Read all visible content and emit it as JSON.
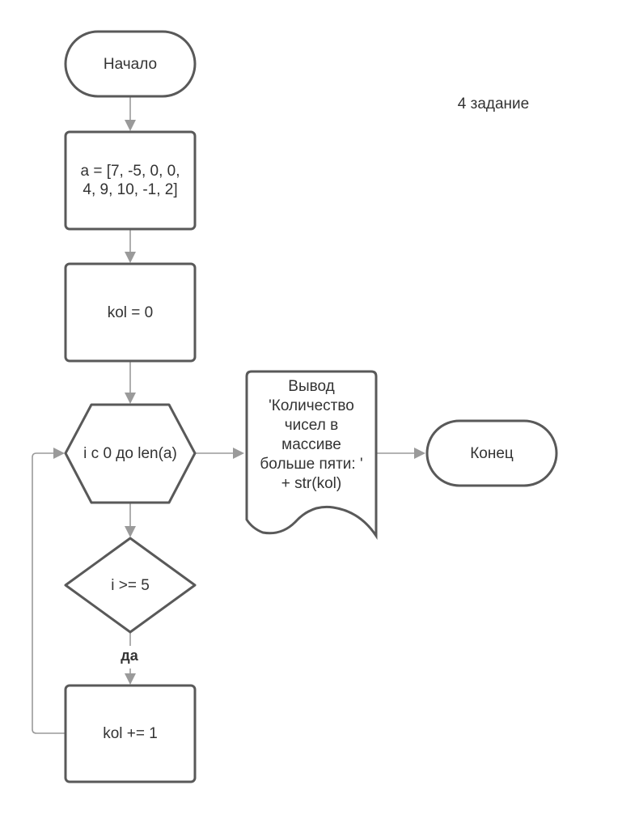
{
  "title": "4 задание",
  "nodes": {
    "start": {
      "type": "terminator",
      "label": "Начало"
    },
    "init_array": {
      "type": "process",
      "label_lines": [
        "a = [7, -5, 0, 0,",
        "4, 9, 10, -1, 2]"
      ]
    },
    "init_kol": {
      "type": "process",
      "label": "kol = 0"
    },
    "loop": {
      "type": "loop",
      "label": "i с 0 до len(a)"
    },
    "condition": {
      "type": "decision",
      "label": "i >= 5"
    },
    "increment": {
      "type": "process",
      "label": "kol += 1"
    },
    "output": {
      "type": "document",
      "label_lines": [
        "Вывод",
        "'Количество",
        "чисел в",
        "массиве",
        "больше пяти: '",
        "+ str(kol)"
      ]
    },
    "end": {
      "type": "terminator",
      "label": "Конец"
    }
  },
  "edges": [
    {
      "from": "start",
      "to": "init_array",
      "label": ""
    },
    {
      "from": "init_array",
      "to": "init_kol",
      "label": ""
    },
    {
      "from": "init_kol",
      "to": "loop",
      "label": ""
    },
    {
      "from": "loop",
      "to": "condition",
      "label": ""
    },
    {
      "from": "condition",
      "to": "increment",
      "label": "да"
    },
    {
      "from": "increment",
      "to": "loop",
      "label": ""
    },
    {
      "from": "loop",
      "to": "output",
      "label": ""
    },
    {
      "from": "output",
      "to": "end",
      "label": ""
    }
  ],
  "colors": {
    "stroke": "#595959",
    "connector": "#9a9a9a",
    "text": "#333333"
  }
}
